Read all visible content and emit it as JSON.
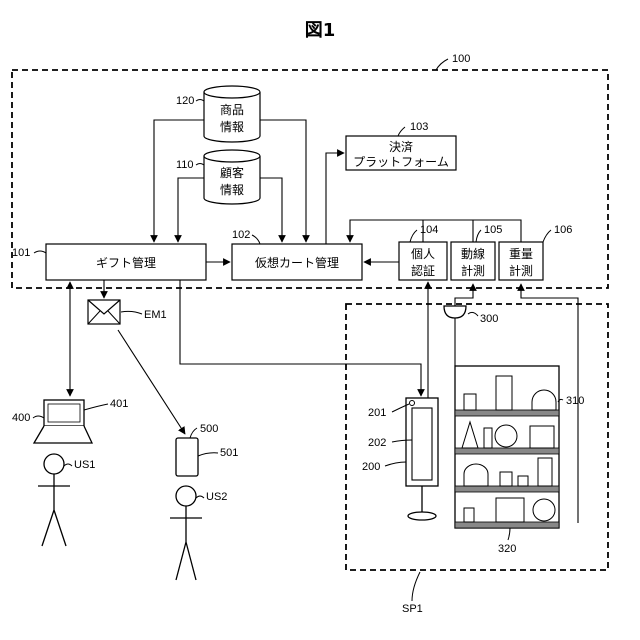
{
  "figure": {
    "title": "図1"
  },
  "system_100": {
    "ref": "100",
    "gift_management": {
      "ref": "101",
      "label": "ギフト管理"
    },
    "virtual_cart_management": {
      "ref": "102",
      "label": "仮想カート管理"
    },
    "payment_platform": {
      "ref": "103",
      "label_line1": "決済",
      "label_line2": "プラットフォーム"
    },
    "personal_authentication": {
      "ref": "104",
      "label_line1": "個人",
      "label_line2": "認証"
    },
    "flow_line_measurement": {
      "ref": "105",
      "label_line1": "動線",
      "label_line2": "計測"
    },
    "weight_measurement": {
      "ref": "106",
      "label_line1": "重量",
      "label_line2": "計測"
    },
    "customer_info_db": {
      "ref": "110",
      "label_line1": "顧客",
      "label_line2": "情報"
    },
    "product_info_db": {
      "ref": "120",
      "label_line1": "商品",
      "label_line2": "情報"
    }
  },
  "email": {
    "ref": "EM1",
    "icon": "envelope-icon"
  },
  "laptop": {
    "ref": "400",
    "screen_ref": "401",
    "icon": "laptop-icon"
  },
  "user1": {
    "ref": "US1",
    "icon": "stick-figure-icon"
  },
  "phone": {
    "ref": "500",
    "screen_ref": "501",
    "icon": "smartphone-icon"
  },
  "user2": {
    "ref": "US2",
    "icon": "stick-figure-icon"
  },
  "store_space": {
    "ref": "SP1",
    "camera": {
      "ref": "300",
      "icon": "camera-icon"
    },
    "shelf": {
      "ref": "310"
    },
    "shelf_base": {
      "ref": "320"
    },
    "terminal": {
      "ref": "200",
      "sensor_ref": "201",
      "screen_ref": "202"
    }
  }
}
